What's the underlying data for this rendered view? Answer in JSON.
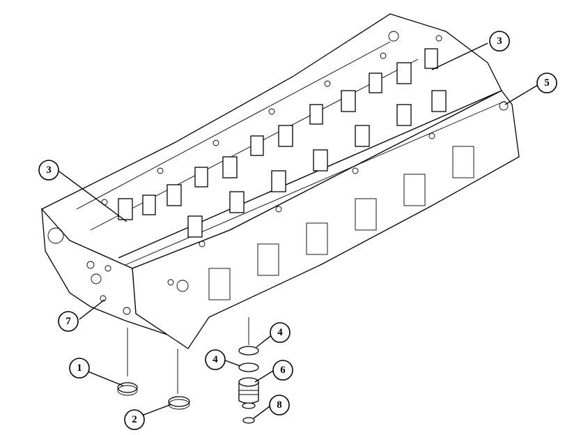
{
  "diagram": {
    "callouts": [
      {
        "id": "c1",
        "label": "1"
      },
      {
        "id": "c2",
        "label": "2"
      },
      {
        "id": "c3a",
        "label": "3"
      },
      {
        "id": "c3b",
        "label": "3"
      },
      {
        "id": "c4a",
        "label": "4"
      },
      {
        "id": "c4b",
        "label": "4"
      },
      {
        "id": "c5",
        "label": "5"
      },
      {
        "id": "c6",
        "label": "6"
      },
      {
        "id": "c7",
        "label": "7"
      },
      {
        "id": "c8",
        "label": "8"
      }
    ]
  }
}
